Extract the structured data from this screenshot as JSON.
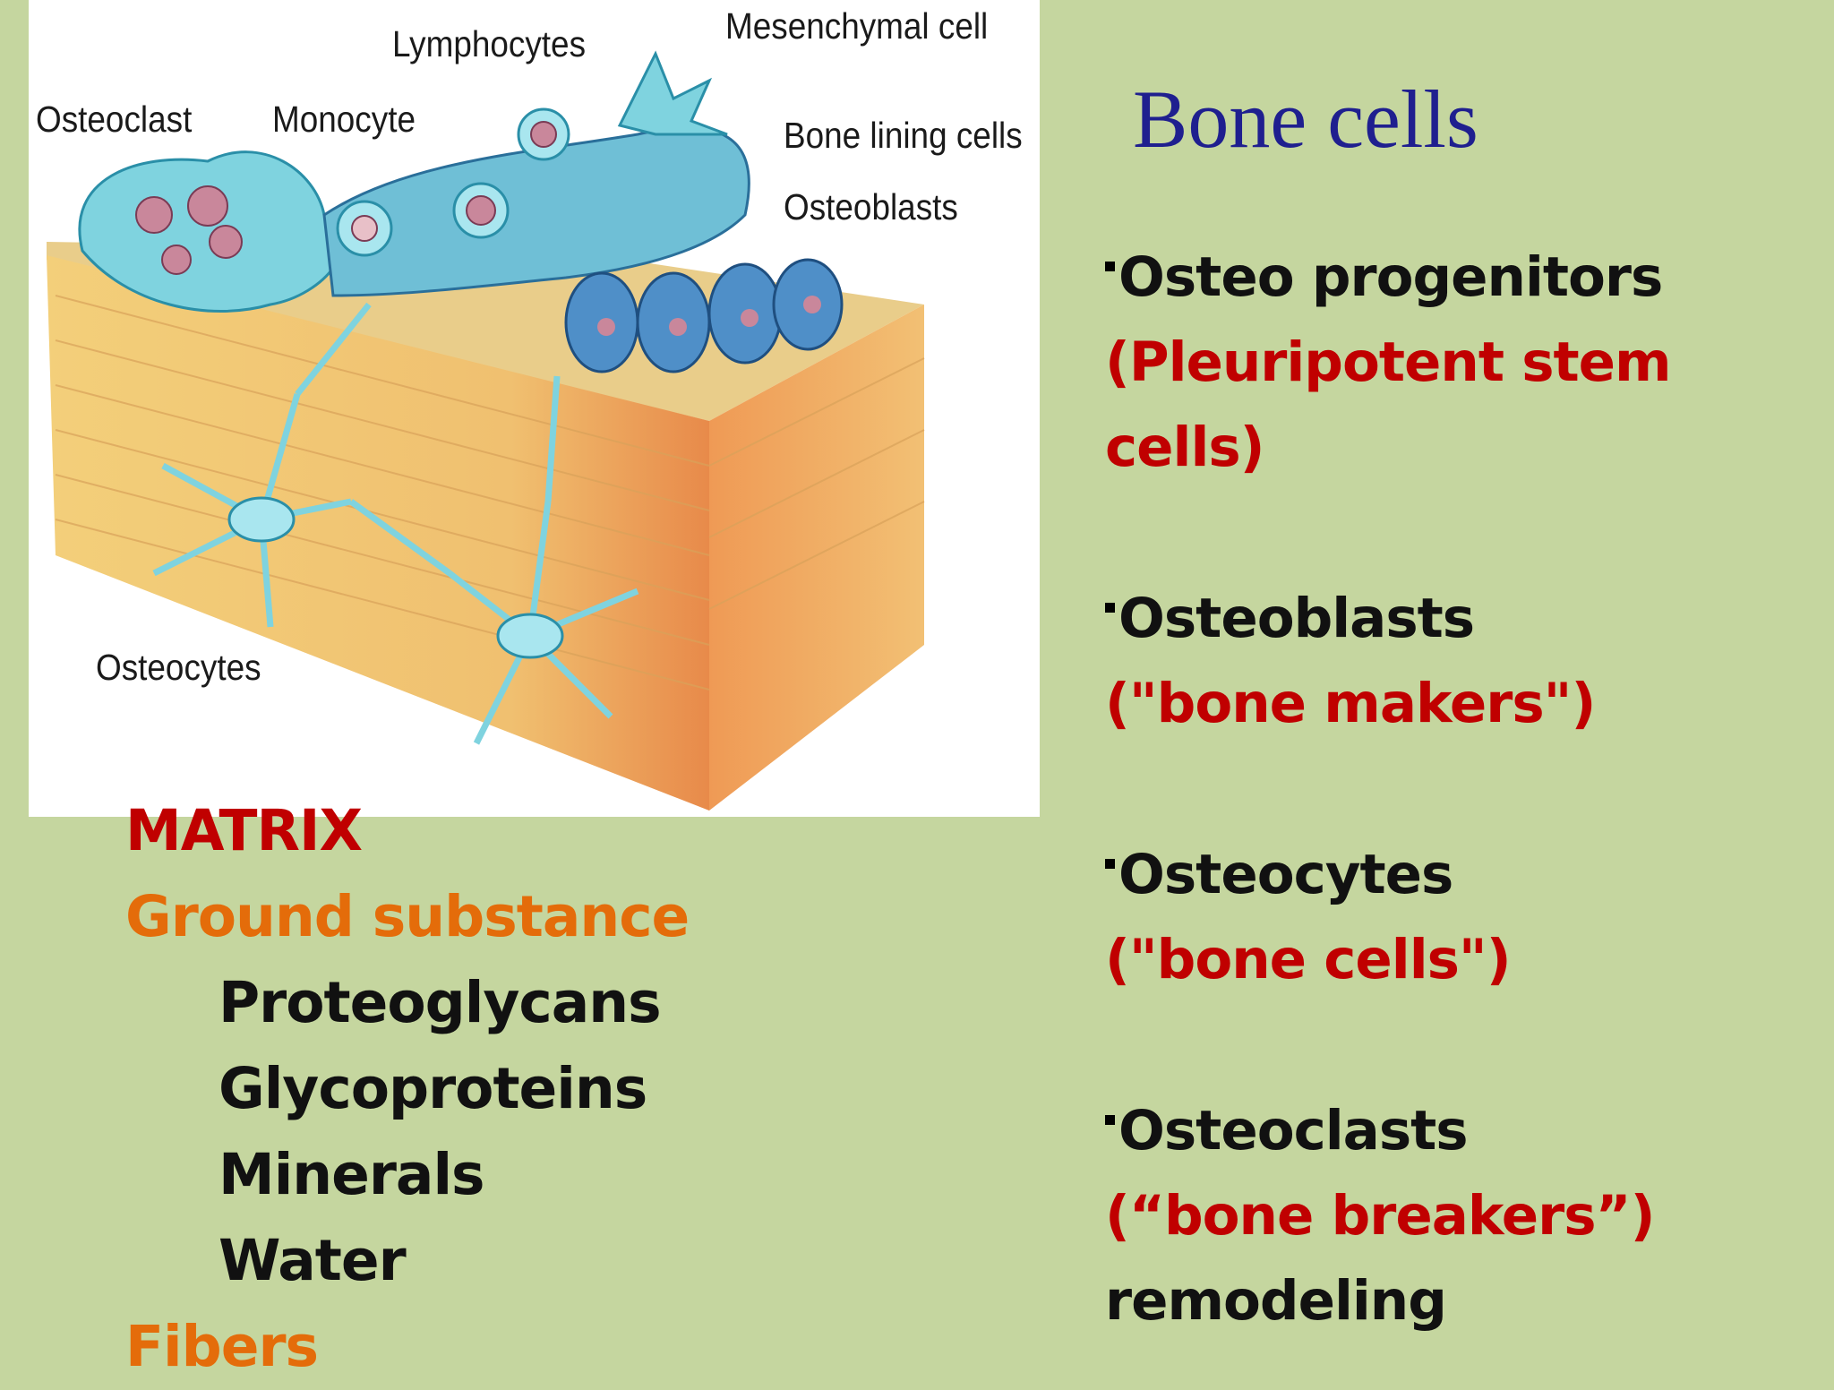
{
  "slide": {
    "title": "Bone cells"
  },
  "figure": {
    "labels": {
      "mesenchymal": "Mesenchymal cell",
      "lymphocytes": "Lymphocytes",
      "osteoclast": "Osteoclast",
      "monocyte": "Monocyte",
      "bone_lining": "Bone lining cells",
      "osteoblasts": "Osteoblasts",
      "osteocytes": "Osteocytes"
    }
  },
  "bullets": [
    {
      "term": "Osteo progenitors",
      "desc": [
        "(Pleuripotent stem",
        "cells)"
      ]
    },
    {
      "term": "Osteoblasts",
      "desc": [
        "(\"bone makers\")"
      ]
    },
    {
      "term": "Osteocytes",
      "desc": [
        "(\"bone cells\")"
      ]
    },
    {
      "term": "Osteoclasts",
      "desc": [
        "(“bone breakers”)"
      ],
      "extra": "remodeling"
    }
  ],
  "matrix": {
    "heading": "MATRIX",
    "ground_substance": "Ground substance",
    "components": [
      "Proteoglycans",
      "Glycoproteins",
      "Minerals",
      "Water"
    ],
    "fibers": "Fibers"
  }
}
